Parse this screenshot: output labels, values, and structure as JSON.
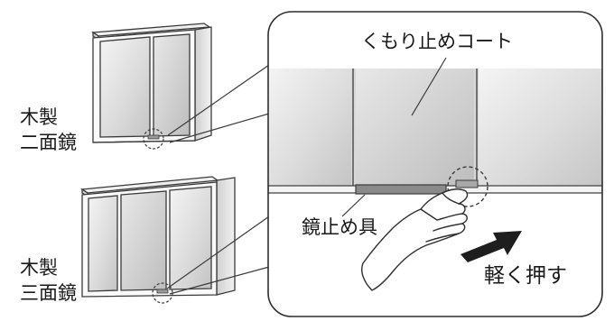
{
  "labels": {
    "two_panel_line1": "木製",
    "two_panel_line2": "二面鏡",
    "three_panel_line1": "木製",
    "three_panel_line2": "三面鏡",
    "anti_fog_coat": "くもり止めコート",
    "mirror_stopper": "鏡止め具",
    "press_lightly": "軽く押す"
  },
  "colors": {
    "outline": "#3a3a3a",
    "mirror_light": "#eeeeee",
    "mirror_mid": "#d6d6d6",
    "mirror_dark": "#bdbdbd",
    "stopper": "#8a8a8a",
    "arrow": "#1e1e1e"
  }
}
